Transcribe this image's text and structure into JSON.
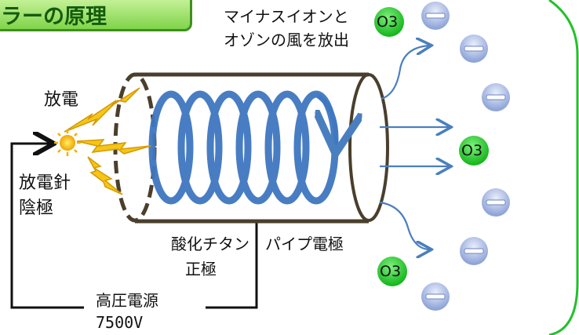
{
  "title": "ラーの原理",
  "labels": {
    "emit_line1": "マイナスイオンと",
    "emit_line2": "オゾンの風を放出",
    "discharge": "放電",
    "needle_line1": "放電針",
    "needle_line2": "陰極",
    "oxide_line1": "酸化チタン",
    "oxide_line2": "正極",
    "pipe": "パイプ電極",
    "power_line1": "高圧電源",
    "power_line2": "7500V"
  },
  "ozone_label": "O3",
  "colors": {
    "ozone_fill": "#34d334",
    "ion_fill": "#9fb2e0",
    "coil": "#3f77c0",
    "arrow": "#4a7fbf",
    "bubble_border": "#22c12a",
    "cylinder_border": "#4a3f2c",
    "lightning": "#f5c518"
  }
}
